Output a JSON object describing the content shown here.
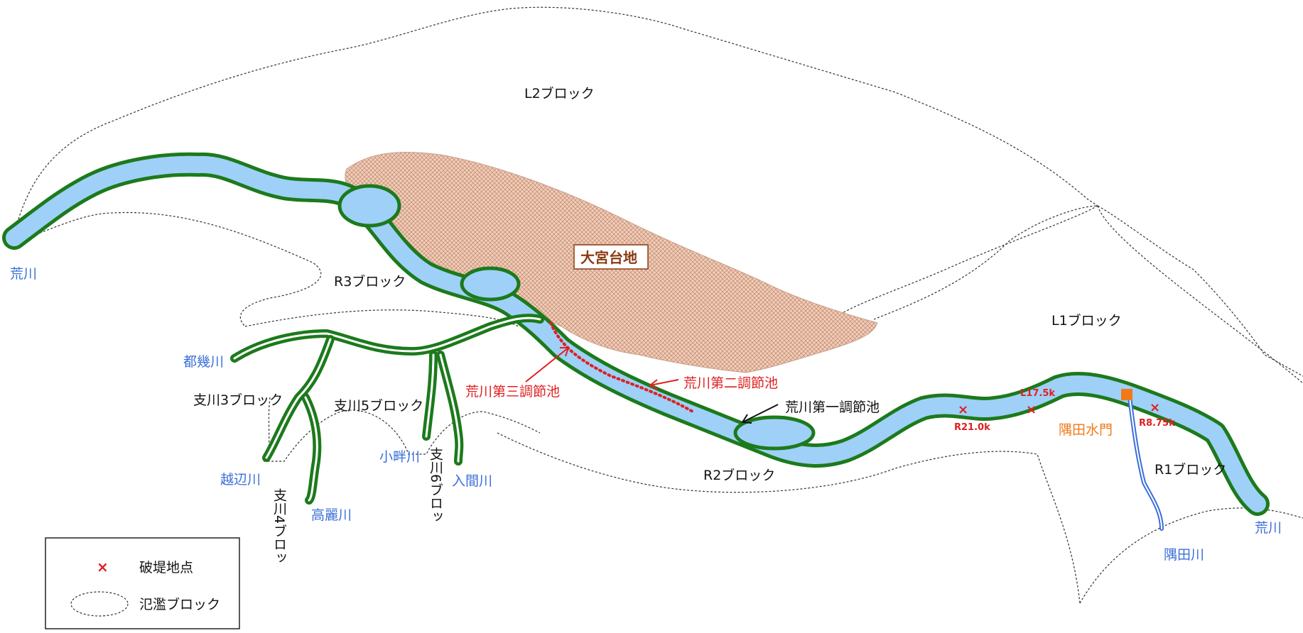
{
  "colors": {
    "river_label": "#3a6fd8",
    "block_label": "#111111",
    "facility_label": "#e02020",
    "gate_label": "#f07a1a",
    "levee": "#1c7a1c",
    "water": "#9fd0f7",
    "plateau_fill": "#e9bfa8",
    "breach_mark": "#e02020"
  },
  "blocks": {
    "l2": "L2ブロック",
    "l1": "L1ブロック",
    "r3": "R3ブロック",
    "r2": "R2ブロック",
    "r1": "R1ブロック",
    "b3": "支川3ブロック",
    "b5": "支川5ブロック",
    "b4": "支川4ブロッ",
    "b6": "支川6ブロッ"
  },
  "rivers": {
    "arakawa_up": "荒川",
    "arakawa_down": "荒川",
    "toki": "都幾川",
    "koshibe": "越辺川",
    "komagawa": "高麗川",
    "kohan": "小畔川",
    "iruma": "入間川",
    "sumida": "隅田川"
  },
  "plateau": "大宮台地",
  "facilities": {
    "pond1": "荒川第一調節池",
    "pond2": "荒川第二調節池",
    "pond3": "荒川第三調節池",
    "gate": "隅田水門"
  },
  "breach_points": {
    "r21": "R21.0k",
    "l175": "L17.5k",
    "r875": "R8.75k"
  },
  "legend": {
    "breach_symbol": "×",
    "breach": "破堤地点",
    "block": "氾濫ブロック"
  }
}
